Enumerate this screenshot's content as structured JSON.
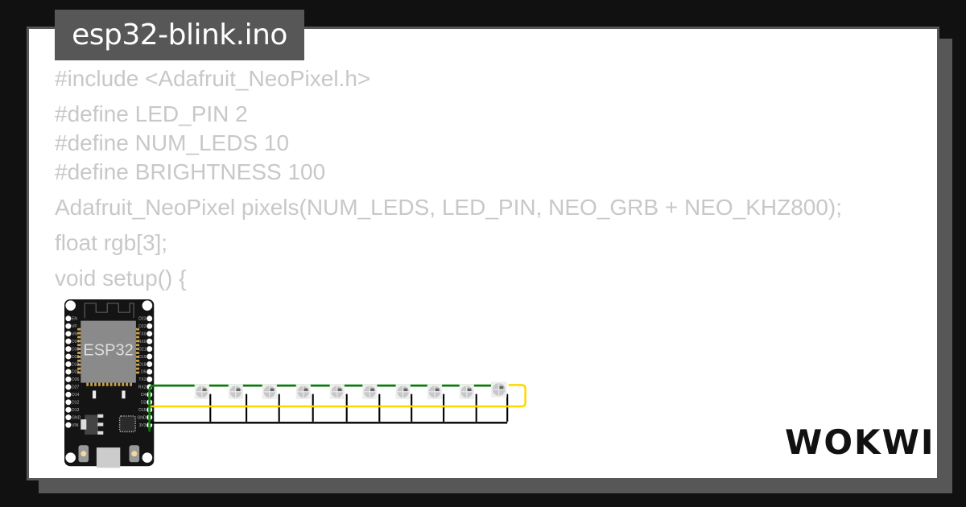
{
  "title": "esp32-blink.ino",
  "code_lines": [
    "#include <Adafruit_NeoPixel.h>",
    "",
    "#define LED_PIN 2",
    "#define NUM_LEDS 10",
    "#define BRIGHTNESS 100",
    "",
    "Adafruit_NeoPixel pixels(NUM_LEDS, LED_PIN, NEO_GRB + NEO_KHZ800);",
    "",
    "float rgb[3];",
    "",
    "void setup() {"
  ],
  "board": {
    "chip_label": "ESP32",
    "left_pins": [
      "EN",
      "VP",
      "VN",
      "D34",
      "D35",
      "D32",
      "D33",
      "D25",
      "D26",
      "D27",
      "D14",
      "D12",
      "D13",
      "GND",
      "VIN"
    ],
    "right_pins": [
      "D23",
      "D22",
      "TX0",
      "RX0",
      "D21",
      "D19",
      "D18",
      "D5",
      "TX2",
      "RX2",
      "D4",
      "D2",
      "D15",
      "GND",
      "3V3"
    ]
  },
  "led_count": 10,
  "wire_colors": {
    "power": "#0a7a0a",
    "data": "#ffd700",
    "ground": "#000000"
  },
  "logo": "WOKWI"
}
